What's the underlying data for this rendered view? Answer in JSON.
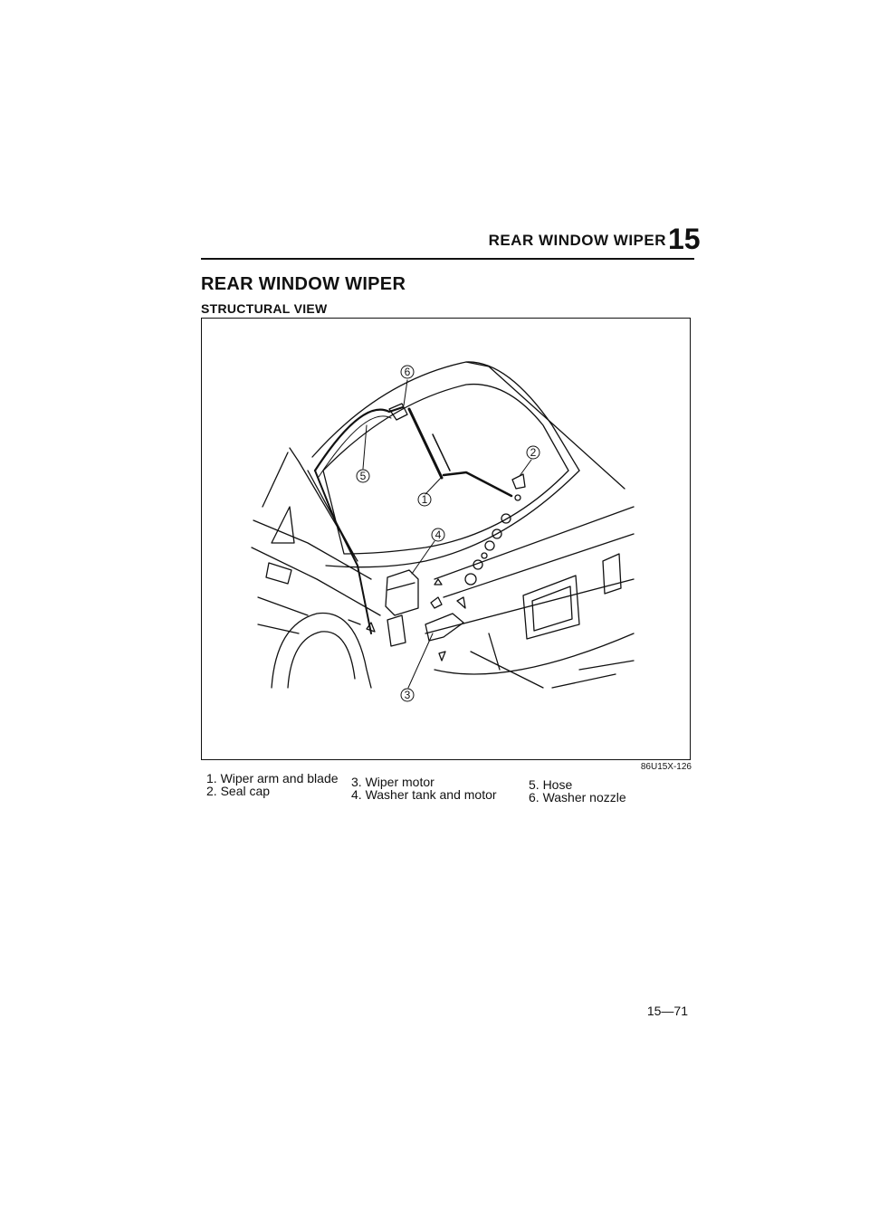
{
  "header": {
    "title": "REAR WINDOW WIPER",
    "chapter": "15"
  },
  "section": {
    "title": "REAR WINDOW WIPER",
    "subtitle": "STRUCTURAL VIEW"
  },
  "figure": {
    "code": "86U15X-126",
    "callouts": [
      "1",
      "2",
      "3",
      "4",
      "5",
      "6"
    ]
  },
  "legend": {
    "items": [
      "1. Wiper arm and blade",
      "2. Seal cap",
      "3. Wiper motor",
      "4. Washer tank and motor",
      "5. Hose",
      "6. Washer nozzle"
    ]
  },
  "footer": {
    "page_number": "15—71"
  }
}
